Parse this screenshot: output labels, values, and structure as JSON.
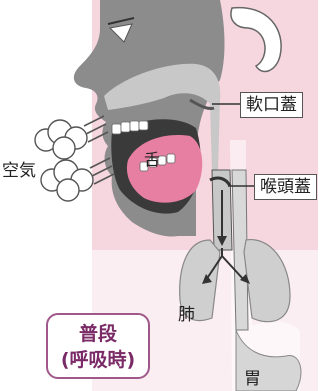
{
  "labels": {
    "soft_palate": "軟口蓋",
    "epiglottis": "喉頭蓋",
    "tongue": "舌",
    "air": "空気",
    "lungs": "肺",
    "stomach": "胃"
  },
  "mode_badge": {
    "line1": "普段",
    "line2": "(呼吸時)"
  },
  "colors": {
    "background_pink": "#f6d6df",
    "face_gray": "#8c8c8c",
    "airway_gray": "#c8c8c8",
    "tongue_pink": "#e77fa3",
    "badge_border": "#a0578a"
  }
}
